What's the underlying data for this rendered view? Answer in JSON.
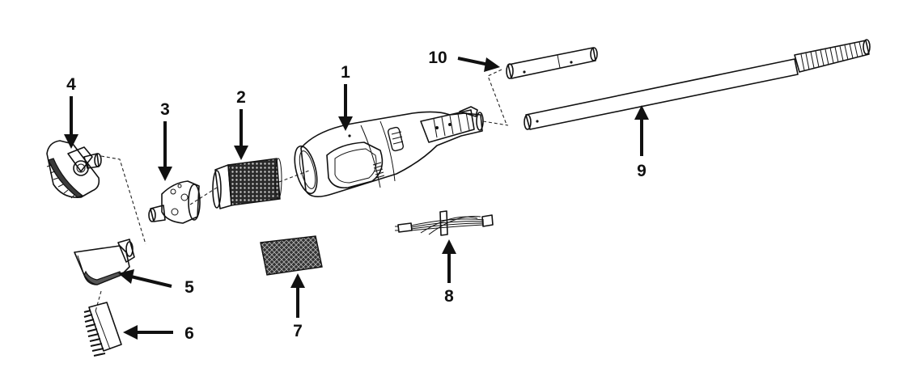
{
  "labels": {
    "p1": "1",
    "p2": "2",
    "p3": "3",
    "p4": "4",
    "p5": "5",
    "p6": "6",
    "p7": "7",
    "p8": "8",
    "p9": "9",
    "p10": "10"
  },
  "colors": {
    "line": "#111111",
    "mesh": "#2a2a2a",
    "background": "#ffffff"
  }
}
